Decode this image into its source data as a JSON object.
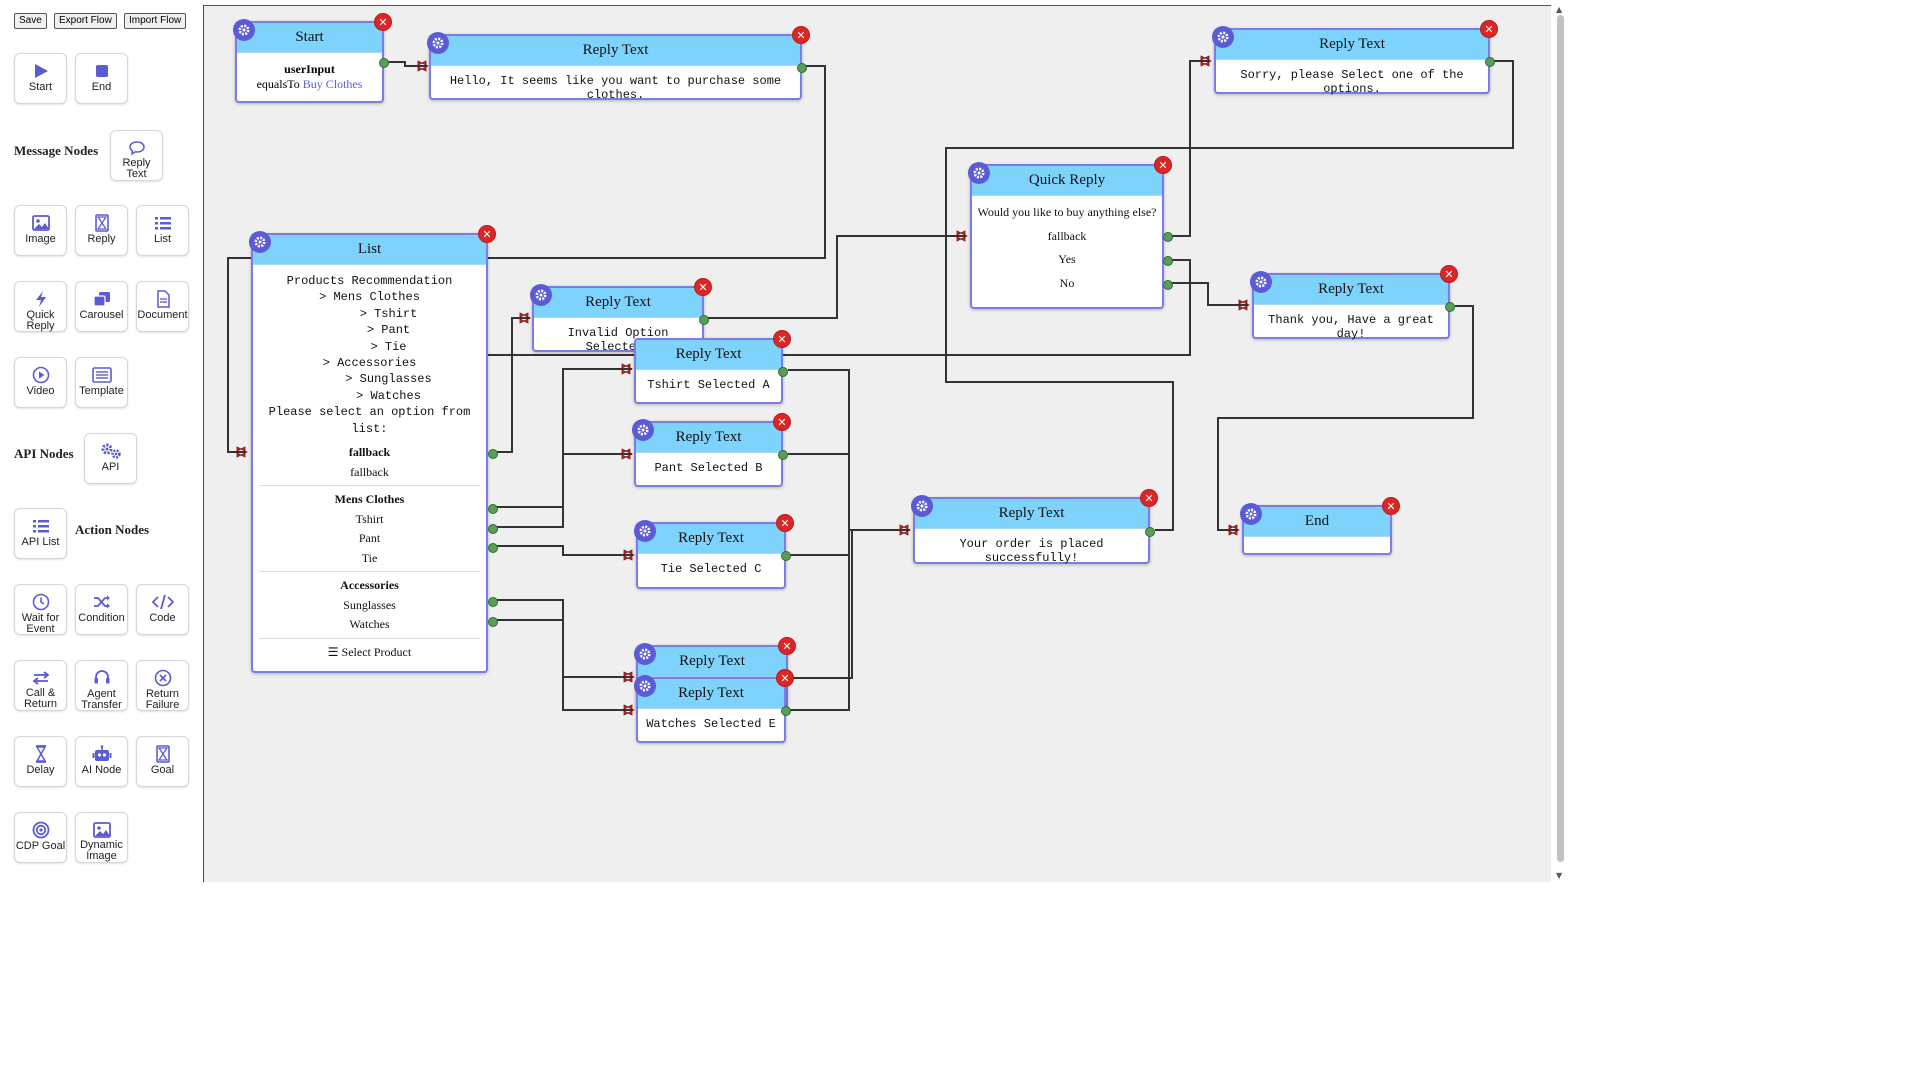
{
  "toolbar": {
    "save_label": "Save",
    "export_label": "Export Flow",
    "import_label": "Import Flow"
  },
  "sidebar": {
    "basic": [
      {
        "label": "Start",
        "icon": "play-icon"
      },
      {
        "label": "End",
        "icon": "stop-icon"
      }
    ],
    "message_heading": "Message Nodes",
    "message_nodes": [
      {
        "label": "Reply Text",
        "icon": "chat-bubble-icon"
      },
      {
        "label": "Image",
        "icon": "image-icon"
      },
      {
        "label": "Reply",
        "icon": "hourglass-icon"
      },
      {
        "label": "List",
        "icon": "list-icon"
      },
      {
        "label": "Quick\nReply",
        "icon": "lightning-icon"
      },
      {
        "label": "Carousel",
        "icon": "carousel-icon"
      },
      {
        "label": "Document",
        "icon": "document-icon"
      },
      {
        "label": "Video",
        "icon": "video-play-icon"
      },
      {
        "label": "Template",
        "icon": "template-icon"
      }
    ],
    "api_heading": "API Nodes",
    "api_nodes": [
      {
        "label": "API",
        "icon": "gears-icon"
      }
    ],
    "action_heading": "Action Nodes",
    "action_nodes": [
      {
        "label": "API List",
        "icon": "list-icon"
      },
      {
        "label": "Wait for\nEvent",
        "icon": "clock-icon"
      },
      {
        "label": "Condition",
        "icon": "shuffle-icon"
      },
      {
        "label": "Code",
        "icon": "code-icon"
      },
      {
        "label": "Call &\nReturn",
        "icon": "swap-arrows-icon"
      },
      {
        "label": "Agent\nTransfer",
        "icon": "headset-icon"
      },
      {
        "label": "Return\nFailure",
        "icon": "x-circle-icon"
      },
      {
        "label": "Delay",
        "icon": "hourglass-icon"
      },
      {
        "label": "AI Node",
        "icon": "robot-icon"
      },
      {
        "label": "Goal",
        "icon": "hourglass-icon"
      },
      {
        "label": "CDP Goal",
        "icon": "target-icon"
      },
      {
        "label": "Dynamic\nImage",
        "icon": "image-icon"
      }
    ]
  },
  "colors": {
    "node_header": "#7dd3fc",
    "node_border": "#7b7bea",
    "close_button": "#dc2626",
    "output_port": "#5a9e5a",
    "input_port": "#c62828",
    "edge": "#333333",
    "canvas": "#efefef",
    "icon_accent": "#5b5bd6"
  },
  "nodes": {
    "start": {
      "title": "Start",
      "field": "userInput",
      "operator": "equalsTo",
      "value": "Buy Clothes"
    },
    "reply_hello": {
      "title": "Reply Text",
      "text": "Hello, It seems like you want to purchase some clothes."
    },
    "reply_sorry": {
      "title": "Reply Text",
      "text": "Sorry, please Select one of the options."
    },
    "quick_reply": {
      "title": "Quick Reply",
      "question": "Would you like to buy anything else?",
      "options": [
        "fallback",
        "Yes",
        "No"
      ]
    },
    "list": {
      "title": "List",
      "lines": [
        "Products Recommendation",
        "> Mens Clothes",
        "> Tshirt",
        "> Pant",
        "> Tie",
        "> Accessories",
        "> Sunglasses",
        "> Watches",
        "Please select an option from list:"
      ],
      "fallback_heading": "fallback",
      "fallback_item": "fallback",
      "section1_heading": "Mens Clothes",
      "section1_items": [
        "Tshirt",
        "Pant",
        "Tie"
      ],
      "section2_heading": "Accessories",
      "section2_items": [
        "Sunglasses",
        "Watches"
      ],
      "button_label": "Select Product"
    },
    "reply_invalid": {
      "title": "Reply Text",
      "text": "Invalid Option Selected!"
    },
    "reply_tshirt": {
      "title": "Reply Text",
      "text": "Tshirt Selected A"
    },
    "reply_pant": {
      "title": "Reply Text",
      "text": "Pant Selected B"
    },
    "reply_tie": {
      "title": "Reply Text",
      "text": "Tie Selected C"
    },
    "reply_sunglasses": {
      "title": "Reply Text"
    },
    "reply_watches": {
      "title": "Reply Text",
      "text": "Watches Selected E"
    },
    "reply_order": {
      "title": "Reply Text",
      "text": "Your order is placed successfully!"
    },
    "reply_thanks": {
      "title": "Reply Text",
      "text": "Thank you, Have a great day!"
    },
    "end": {
      "title": "End"
    }
  }
}
